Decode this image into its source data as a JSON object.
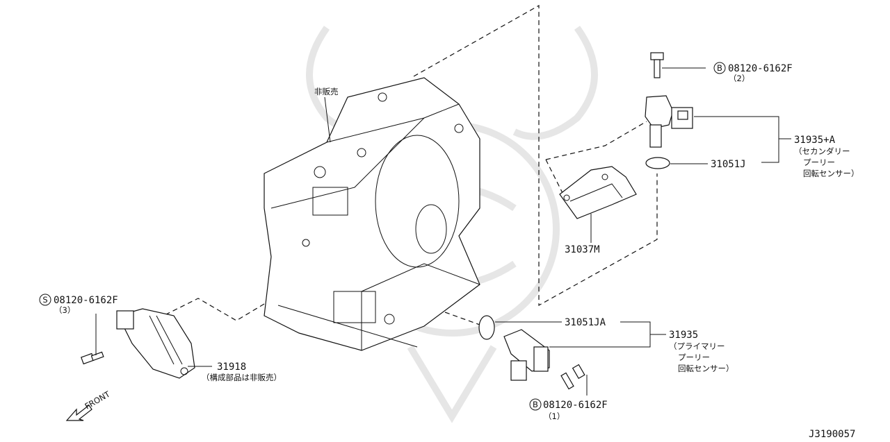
{
  "labels": {
    "not_sold": "非販売",
    "bolt_top_code": "08120-6162F",
    "bolt_top_qty": "（2）",
    "bolt_left_code": "08120-6162F",
    "bolt_left_qty": "（3）",
    "bolt_bottom_code": "08120-6162F",
    "bolt_bottom_qty": "（1）",
    "secondary_sensor_code": "31935+A",
    "secondary_sensor_desc_1": "（セカンダリー",
    "secondary_sensor_desc_2": "プーリー",
    "secondary_sensor_desc_3": "回転センサー）",
    "oring_secondary": "31051J",
    "bracket": "31037M",
    "oring_primary": "31051JA",
    "primary_sensor_code": "31935",
    "primary_sensor_desc_1": "（プライマリー",
    "primary_sensor_desc_2": "プーリー",
    "primary_sensor_desc_3": "回転センサー）",
    "range_switch_code": "31918",
    "range_switch_desc": "（構成部品は非販売）",
    "front": "FRONT",
    "diagram_id": "J3190057",
    "bolt_marker_b": "B",
    "bolt_marker_s": "S"
  }
}
